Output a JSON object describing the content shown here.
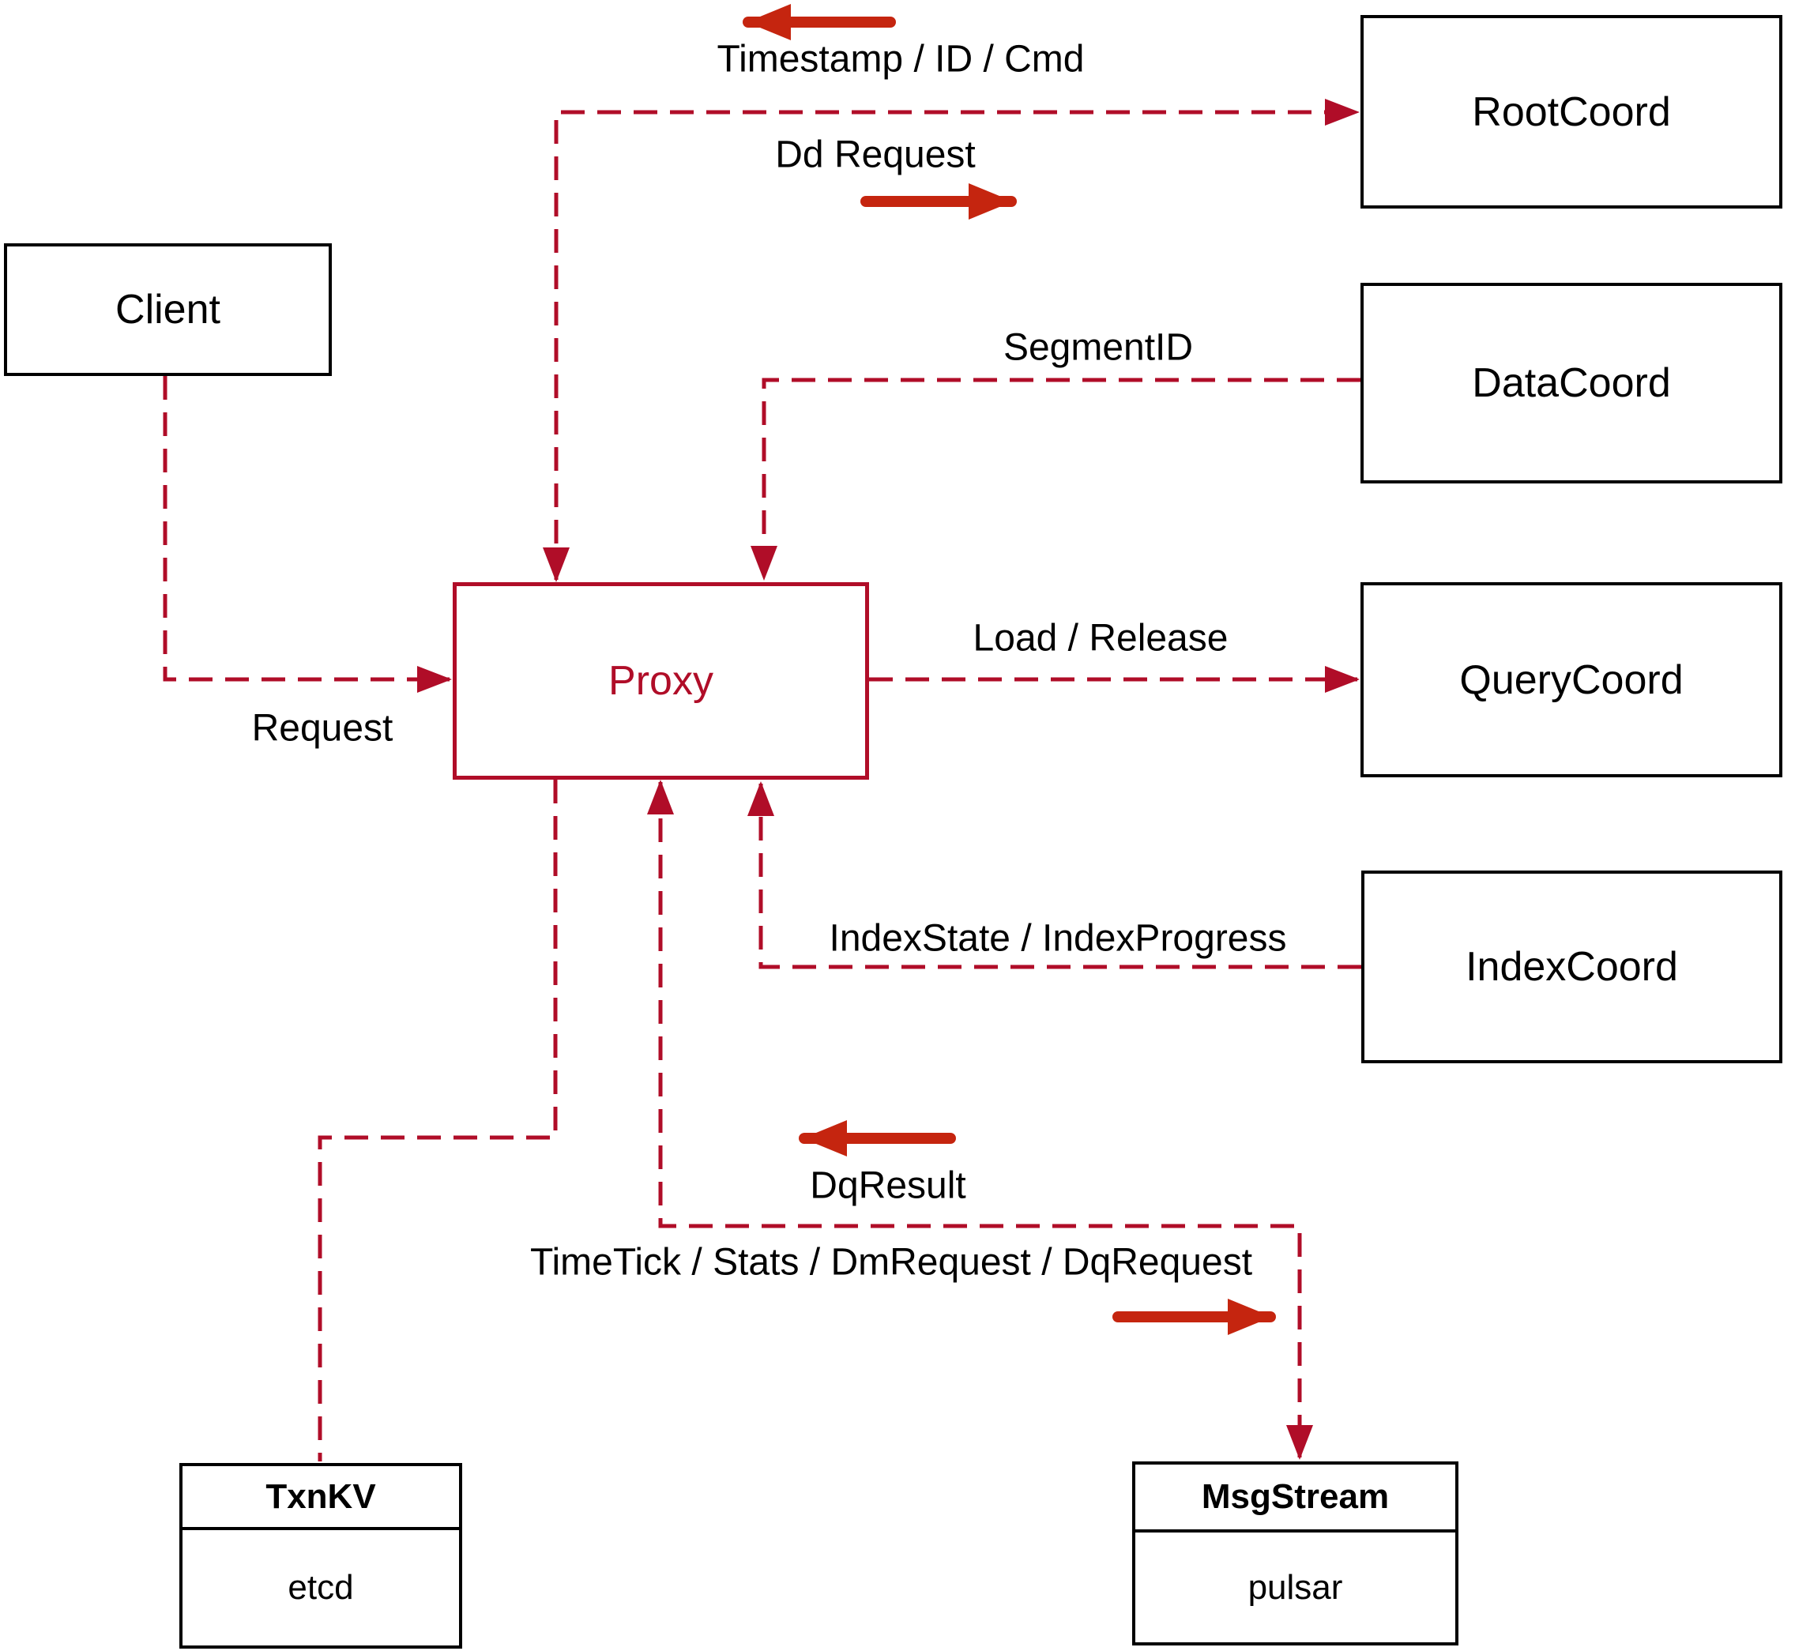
{
  "diagram": {
    "nodes": {
      "client": {
        "label": "Client"
      },
      "proxy": {
        "label": "Proxy"
      },
      "rootcoord": {
        "label": "RootCoord"
      },
      "datacoord": {
        "label": "DataCoord"
      },
      "querycoord": {
        "label": "QueryCoord"
      },
      "indexcoord": {
        "label": "IndexCoord"
      },
      "txnkv": {
        "title": "TxnKV",
        "value": "etcd"
      },
      "msgstream": {
        "title": "MsgStream",
        "value": "pulsar"
      }
    },
    "edge_labels": {
      "timestamp_id_cmd": "Timestamp / ID / Cmd",
      "dd_request": "Dd Request",
      "segment_id": "SegmentID",
      "load_release": "Load / Release",
      "index_state": "IndexState / IndexProgress",
      "request": "Request",
      "dq_result": "DqResult",
      "timetick": "TimeTick / Stats / DmRequest / DqRequest"
    },
    "colors": {
      "connector": "#b00d28",
      "arrow": "#c5250f",
      "box_border": "#000000",
      "text": "#000000",
      "background": "#ffffff"
    }
  }
}
